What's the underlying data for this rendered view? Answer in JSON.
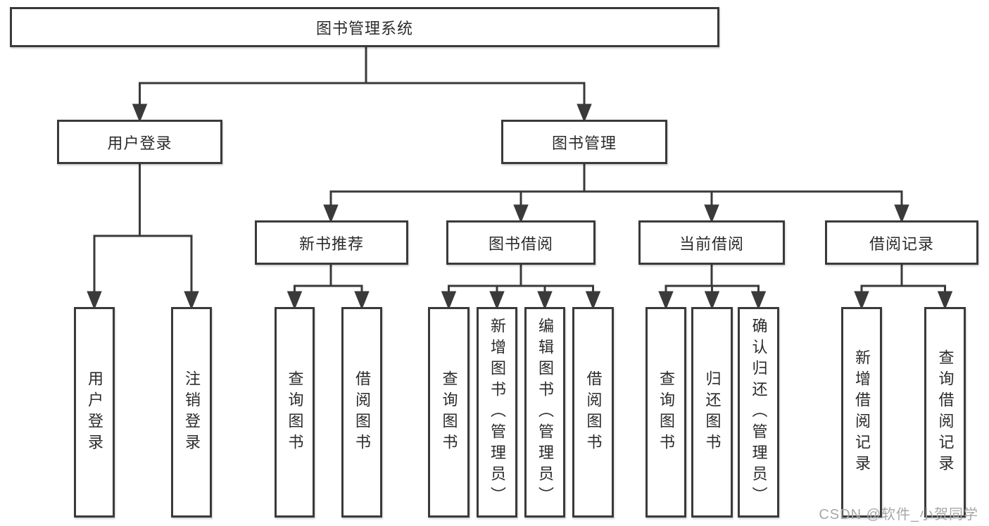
{
  "diagram": {
    "root": {
      "label": "图书管理系统"
    },
    "branches": {
      "user_login": {
        "label": "用户登录",
        "children": {
          "login": "用户登录",
          "logout": "注销登录"
        }
      },
      "book_management": {
        "label": "图书管理",
        "sections": {
          "new_book_recommend": {
            "label": "新书推荐",
            "children": {
              "query_books": "查询图书",
              "borrow_books": "借阅图书"
            }
          },
          "book_borrow": {
            "label": "图书借阅",
            "children": {
              "query_books": "查询图书",
              "add_books": "新增图书（管理员）",
              "edit_books": "编辑图书（管理员）",
              "borrow_books": "借阅图书"
            }
          },
          "current_borrow": {
            "label": "当前借阅",
            "children": {
              "query_books": "查询图书",
              "return_books": "归还图书",
              "confirm_return": "确认归还（管理员）"
            }
          },
          "borrow_record": {
            "label": "借阅记录",
            "children": {
              "add_record": "新增借阅记录",
              "query_record": "查询借阅记录"
            }
          }
        }
      }
    }
  },
  "watermark": {
    "text": "CSDN @软件_小贺同学"
  },
  "colors": {
    "line": "#3a3a3a",
    "text": "#2b2b2b",
    "watermark": "#a7a7ab",
    "background": "#ffffff"
  }
}
